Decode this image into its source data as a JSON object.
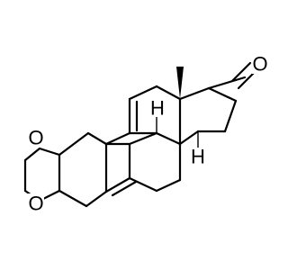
{
  "molecule": {
    "atoms": [
      {
        "key": "O_ketone",
        "label": "O"
      },
      {
        "key": "O_upper",
        "label": "O"
      },
      {
        "key": "O_lower",
        "label": "O"
      },
      {
        "key": "H_8",
        "label": "H"
      },
      {
        "key": "H_14",
        "label": "H"
      }
    ]
  }
}
